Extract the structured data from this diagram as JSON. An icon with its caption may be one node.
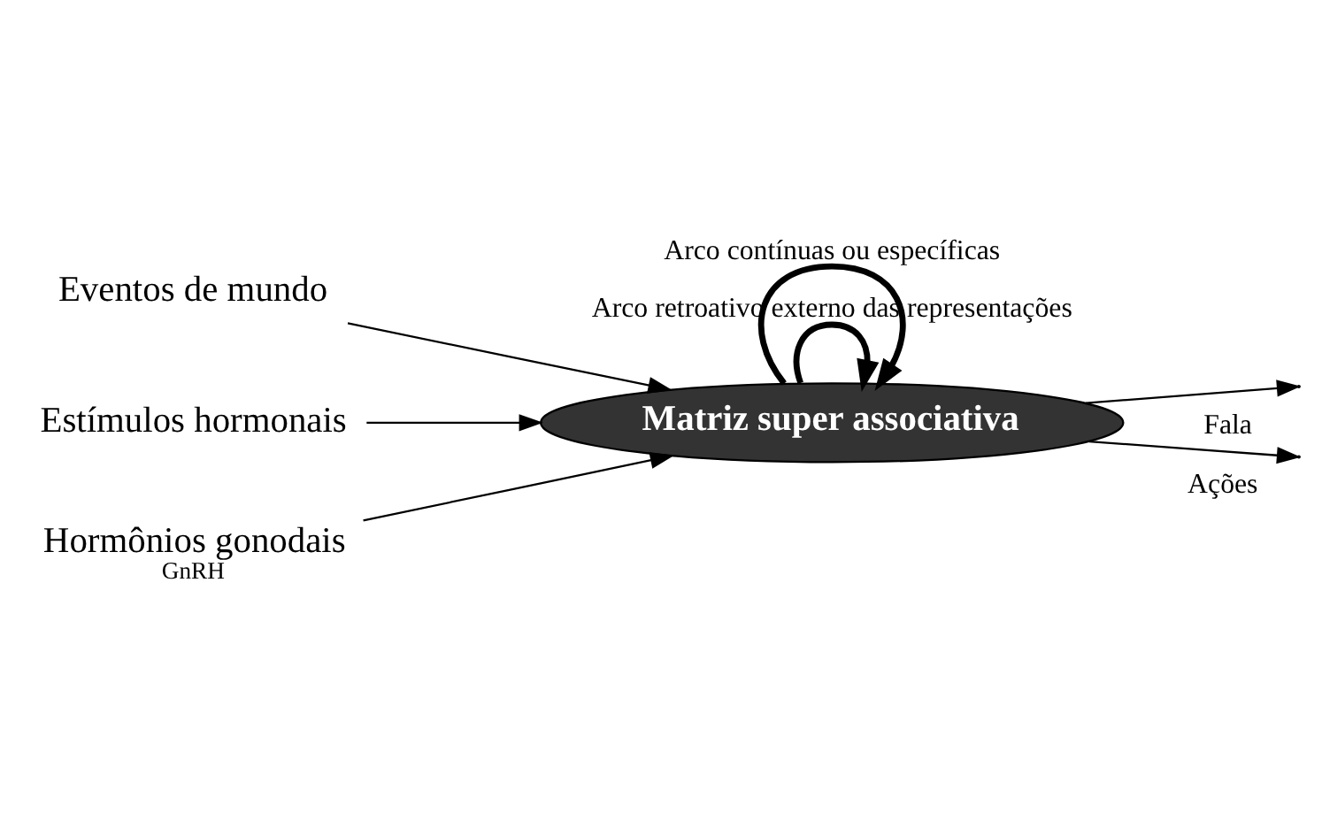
{
  "diagram": {
    "nodes": [
      {
        "text": [
          "Matriz super associativa"
        ]
      },
      {
        "text": [
          "Eventos de mundo"
        ]
      },
      {
        "text": [
          "Estímulos hormonais"
        ]
      },
      {
        "text": [
          "Hormônios gonodais"
        ],
        "beside": [
          "GnRH"
        ]
      }
    ],
    "edges": [
      {
        "from": 1,
        "to": 0,
        "arrow": "to"
      },
      {
        "from": 2,
        "to": 0,
        "arrow": "to"
      },
      {
        "from": 3,
        "to": 0,
        "arrow": "to"
      },
      {
        "from": 0,
        "to": null,
        "arrow": "to",
        "label": "Fala"
      },
      {
        "from": 0,
        "to": null,
        "arrow": "to",
        "label": "Ações"
      },
      {
        "from": 0,
        "to": 0,
        "arrow": "to",
        "label": "Arco retroativo externo das representações",
        "style": "thick"
      },
      {
        "from": 0,
        "to": 0,
        "arrow": "to",
        "label": "Arco contínuas ou específicas",
        "style": "thick"
      }
    ]
  }
}
